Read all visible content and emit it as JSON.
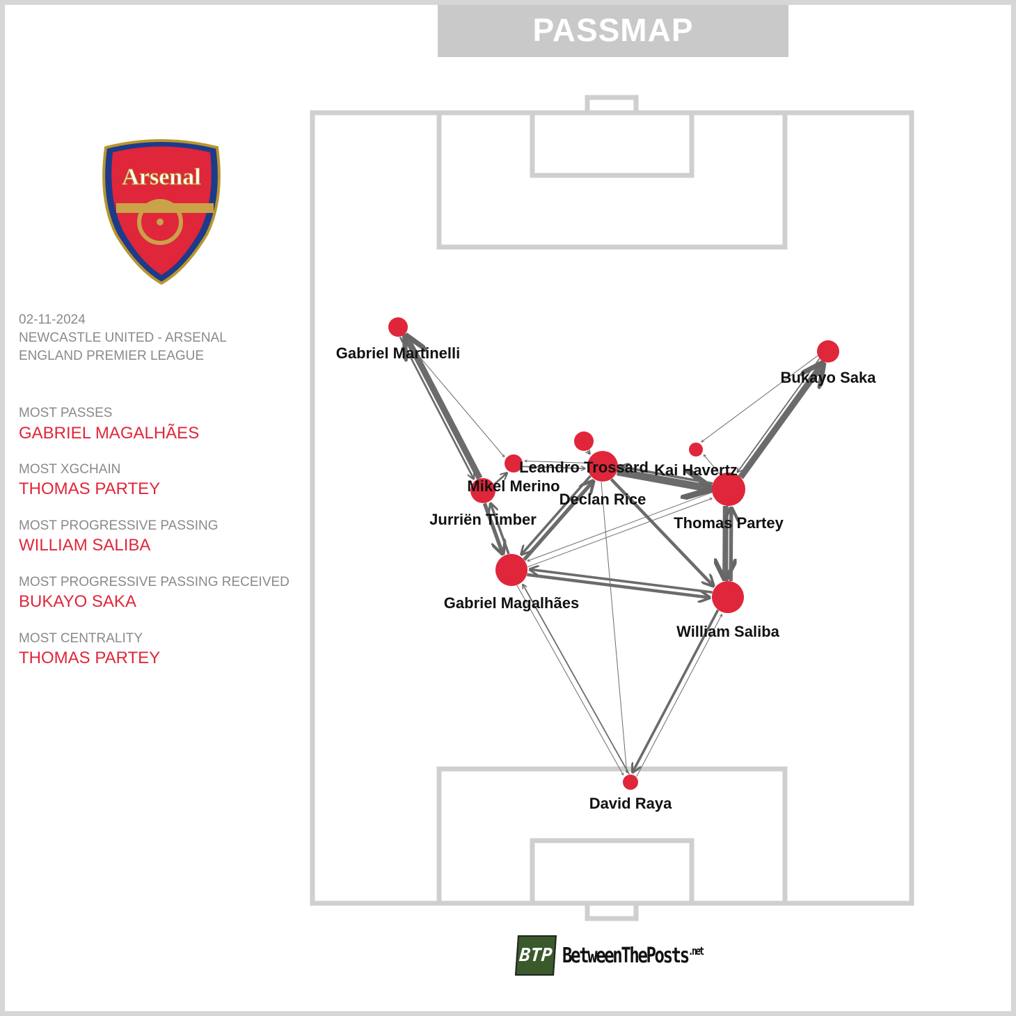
{
  "title": "PASSMAP",
  "match": {
    "date": "02-11-2024",
    "fixture": "NEWCASTLE UNITED - ARSENAL",
    "competition": "ENGLAND PREMIER LEAGUE"
  },
  "team": {
    "name": "Arsenal",
    "color": "#e0263a"
  },
  "stats": [
    {
      "label": "MOST PASSES",
      "value": "GABRIEL MAGALHÃES"
    },
    {
      "label": "MOST XGCHAIN",
      "value": "THOMAS PARTEY"
    },
    {
      "label": "MOST PROGRESSIVE PASSING",
      "value": "WILLIAM SALIBA"
    },
    {
      "label": "MOST PROGRESSIVE PASSING RECEIVED",
      "value": "BUKAYO SAKA"
    },
    {
      "label": "MOST CENTRALITY",
      "value": "THOMAS PARTEY"
    }
  ],
  "players": [
    {
      "name": "Gabriel Martinelli"
    },
    {
      "name": "Bukayo Saka"
    },
    {
      "name": "Leandro Trossard"
    },
    {
      "name": "Kai Havertz"
    },
    {
      "name": "Mikel Merino"
    },
    {
      "name": "Declan Rice"
    },
    {
      "name": "Thomas Partey"
    },
    {
      "name": "Jurriën Timber"
    },
    {
      "name": "Gabriel Magalhães"
    },
    {
      "name": "William Saliba"
    },
    {
      "name": "David Raya"
    }
  ],
  "footer": {
    "brand": "BetweenThePosts",
    "suffix": ".net",
    "badge": "BTP"
  }
}
